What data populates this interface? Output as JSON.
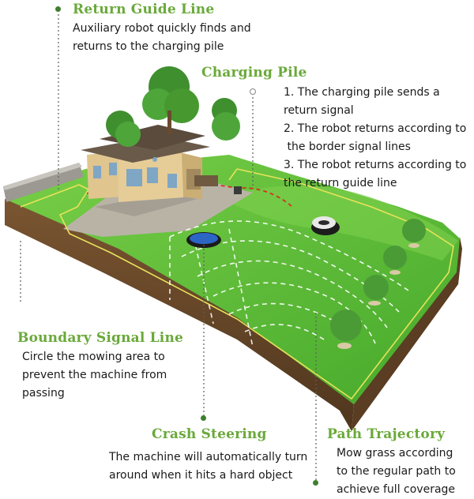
{
  "callouts": {
    "return_guide": {
      "title": "Return Guide Line",
      "lines": [
        "Auxiliary robot quickly finds and",
        "returns to the charging pile"
      ]
    },
    "charging_pile": {
      "title": "Charging Pile",
      "lines": [
        "1. The charging pile sends a",
        "return signal",
        "2. The robot returns according to",
        " the border signal lines",
        "3. The robot returns according to",
        "the return guide line"
      ]
    },
    "boundary": {
      "title": "Boundary Signal Line",
      "lines": [
        "Circle the mowing area to",
        "prevent the machine from",
        "passing"
      ]
    },
    "crash": {
      "title": "Crash Steering",
      "lines": [
        "The machine will automatically turn",
        "around when it hits a hard object"
      ]
    },
    "path": {
      "title": "Path Trajectory",
      "lines": [
        "Mow grass according",
        "to the regular path to",
        "achieve full coverage"
      ]
    }
  },
  "colors": {
    "accent_green": "#6aa93a",
    "lawn": "#5fbf3a",
    "soil": "#6b4a2c",
    "paving": "#b9b3a6",
    "house_wall": "#e0c58e",
    "roof": "#6a5a4a",
    "boundary_line": "#e8e25a",
    "guide_line": "#d2331e"
  }
}
